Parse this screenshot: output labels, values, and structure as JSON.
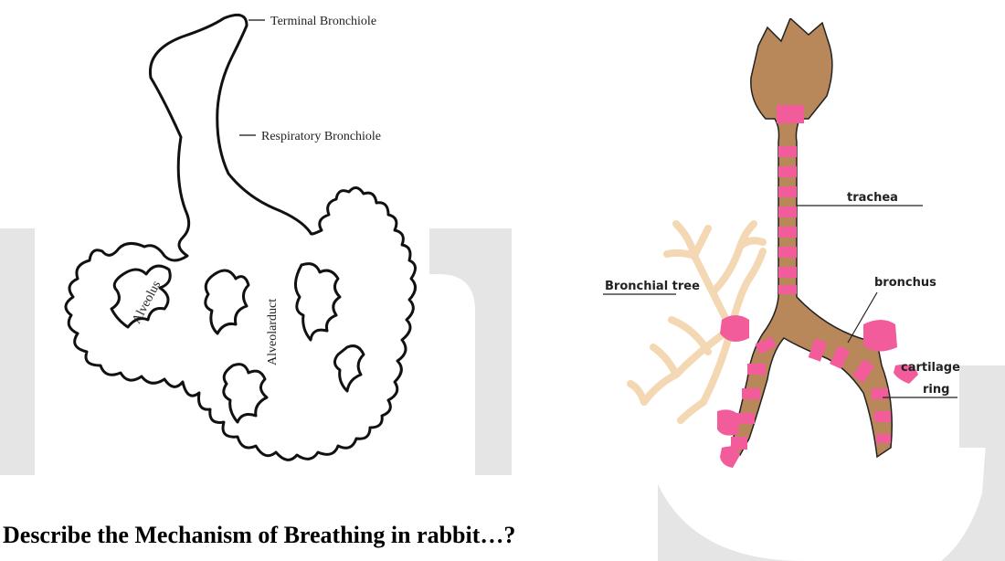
{
  "left_diagram": {
    "labels": {
      "terminal_bronchiole": "Terminal Bronchiole",
      "respiratory_bronchiole": "Respiratory Bronchiole",
      "alveolus": "Alveolus",
      "alveolar_duct": "Alveolarduct"
    }
  },
  "right_diagram": {
    "labels": {
      "trachea": "trachea",
      "bronchial_tree": "Bronchial tree",
      "bronchus": "bronchus",
      "cartilage": "cartilage",
      "ring": "ring"
    },
    "colors": {
      "tissue": "#b8875a",
      "cartilage_ring": "#f25c9a",
      "bronchial_tree": "#f4d7b3"
    }
  },
  "question": "Describe the Mechanism of Breathing in rabbit…?",
  "watermark": {
    "color": "#e5e5e5"
  }
}
